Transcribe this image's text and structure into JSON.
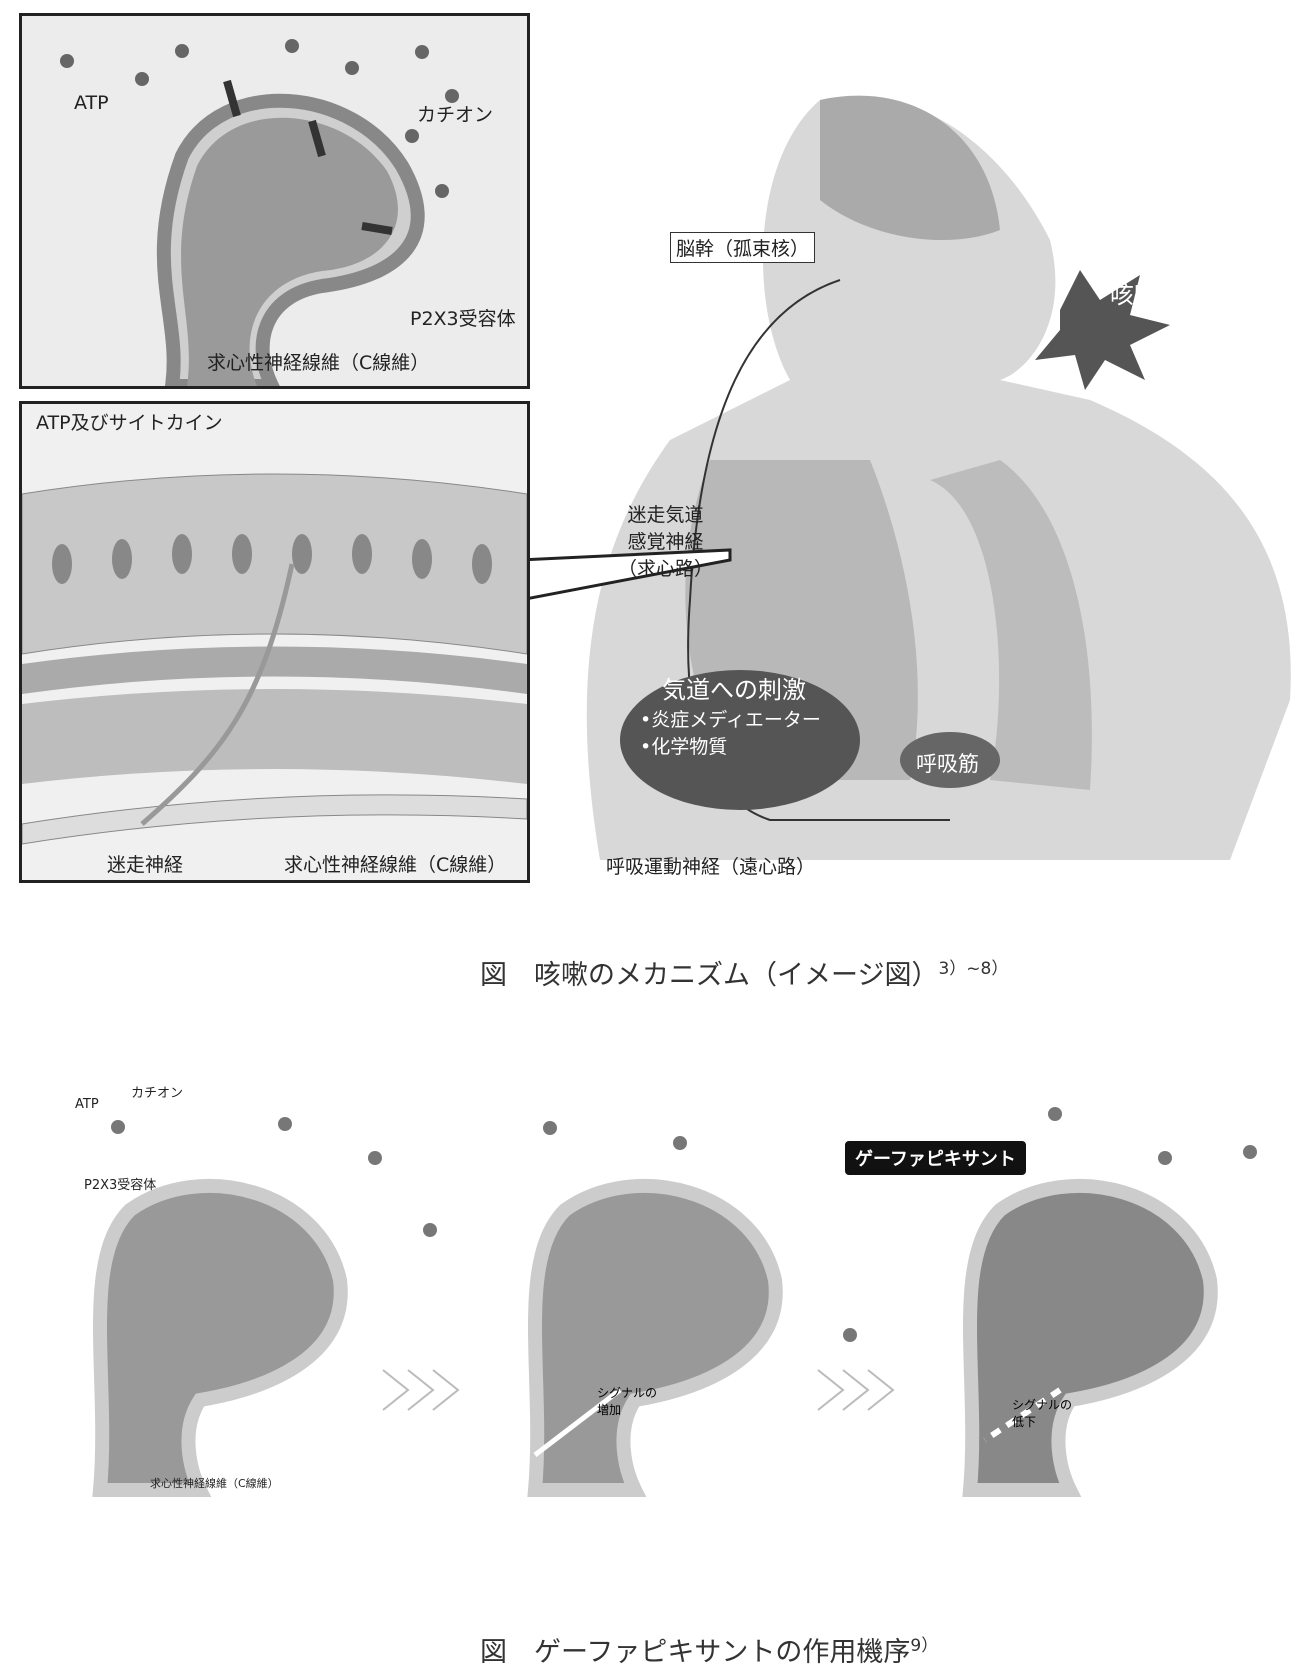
{
  "figure1": {
    "inset_top": {
      "atp": "ATP",
      "cation": "カチオン",
      "receptor": "P2X3受容体",
      "fiber": "求心性神経線維（C線維）"
    },
    "inset_bottom": {
      "atp_cytokine": "ATP及びサイトカイン",
      "vagus": "迷走神経",
      "fiber": "求心性神経線維（C線維）"
    },
    "body": {
      "brainstem": "脳幹（孤束核）",
      "cough": "咳嗽",
      "vagal_sensory": [
        "迷走気道",
        "感覚神経",
        "（求心路）"
      ],
      "stimulus_title": "気道への刺激",
      "stimulus_items": [
        "•炎症メディエーター",
        "•化学物質"
      ],
      "resp_muscle": "呼吸筋",
      "motor_nerve": "呼吸運動神経（遠心路）"
    },
    "caption": "図　咳嗽のメカニズム（イメージ図）",
    "caption_ref": "3）~8）"
  },
  "figure2": {
    "panel1": {
      "atp": "ATP",
      "cation": "カチオン",
      "receptor": "P2X3受容体",
      "fiber": "求心性神経線維（C線維）"
    },
    "panel2": {
      "signal": [
        "シグナルの",
        "増加"
      ]
    },
    "panel3": {
      "drug": "ゲーファピキサント",
      "signal": [
        "シグナルの",
        "低下"
      ]
    },
    "caption": "図　ゲーファピキサントの作用機序",
    "caption_ref": "9）"
  }
}
